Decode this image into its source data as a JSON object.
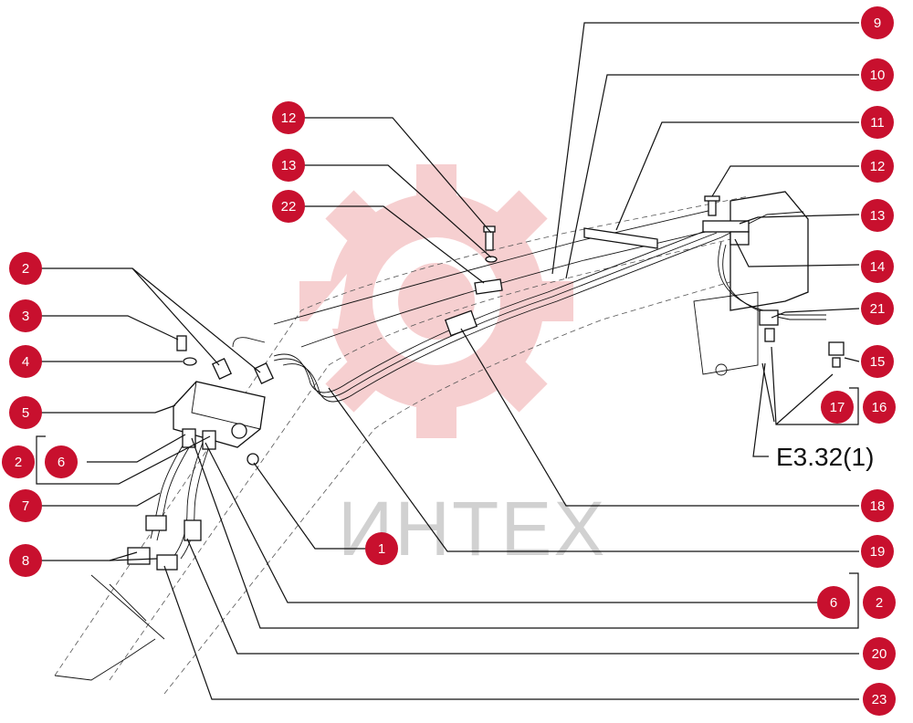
{
  "watermark": {
    "text": "ИНТЕХ",
    "color": "#e8787c"
  },
  "reference_label": "E3.32(1)",
  "accent_color": "#c8102e",
  "callouts": [
    {
      "id": "c9",
      "label": "9"
    },
    {
      "id": "c10",
      "label": "10"
    },
    {
      "id": "c11",
      "label": "11"
    },
    {
      "id": "c12r",
      "label": "12"
    },
    {
      "id": "c13r",
      "label": "13"
    },
    {
      "id": "c14",
      "label": "14"
    },
    {
      "id": "c21",
      "label": "21"
    },
    {
      "id": "c15",
      "label": "15"
    },
    {
      "id": "c17",
      "label": "17"
    },
    {
      "id": "c16",
      "label": "16"
    },
    {
      "id": "c12l",
      "label": "12"
    },
    {
      "id": "c13l",
      "label": "13"
    },
    {
      "id": "c22",
      "label": "22"
    },
    {
      "id": "c2a",
      "label": "2"
    },
    {
      "id": "c3",
      "label": "3"
    },
    {
      "id": "c4",
      "label": "4"
    },
    {
      "id": "c5",
      "label": "5"
    },
    {
      "id": "c2b",
      "label": "2"
    },
    {
      "id": "c6a",
      "label": "6"
    },
    {
      "id": "c7",
      "label": "7"
    },
    {
      "id": "c8",
      "label": "8"
    },
    {
      "id": "c1",
      "label": "1"
    },
    {
      "id": "c18",
      "label": "18"
    },
    {
      "id": "c19",
      "label": "19"
    },
    {
      "id": "c6b",
      "label": "6"
    },
    {
      "id": "c2c",
      "label": "2"
    },
    {
      "id": "c20",
      "label": "20"
    },
    {
      "id": "c23",
      "label": "23"
    }
  ]
}
